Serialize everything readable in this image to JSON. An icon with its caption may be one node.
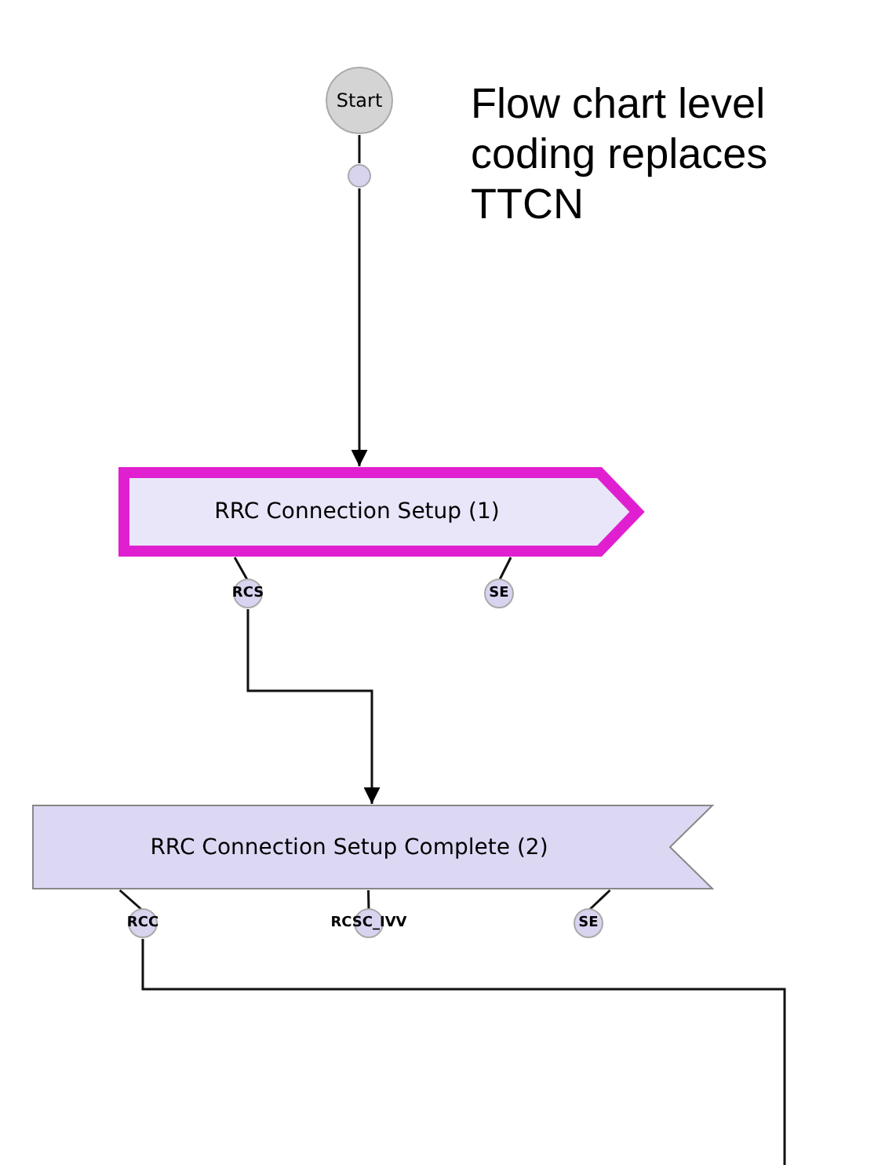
{
  "diagram": {
    "nodes": [
      {
        "text": [
          "Start"
        ]
      },
      {
        "text": [],
        "shape": "circle"
      },
      {
        "text": [
          "RRC Connection Setup (1)"
        ]
      },
      {
        "text": [
          "RCS"
        ]
      },
      {
        "text": [
          "SE"
        ]
      },
      {
        "text": [
          "RRC Connection Setup Complete (2)"
        ]
      },
      {
        "text": [
          "RCC"
        ]
      },
      {
        "text": [
          "RCSC_IVV"
        ]
      },
      {
        "text": [
          "SE"
        ]
      }
    ],
    "edges": [
      {
        "from": 0,
        "to": 1,
        "arrow": "none"
      },
      {
        "from": 1,
        "to": 2,
        "arrow": "to"
      },
      {
        "from": 2,
        "to": 3,
        "arrow": "none"
      },
      {
        "from": 2,
        "to": 4,
        "arrow": "none"
      },
      {
        "from": 3,
        "to": 5,
        "arrow": "to"
      },
      {
        "from": 5,
        "to": 6,
        "arrow": "none"
      },
      {
        "from": 5,
        "to": 7,
        "arrow": "none"
      },
      {
        "from": 5,
        "to": 8,
        "arrow": "none"
      },
      {
        "from": 6,
        "to": null,
        "arrow": "none"
      }
    ],
    "labels": [
      "Flow chart level coding replaces TTCN"
    ]
  }
}
